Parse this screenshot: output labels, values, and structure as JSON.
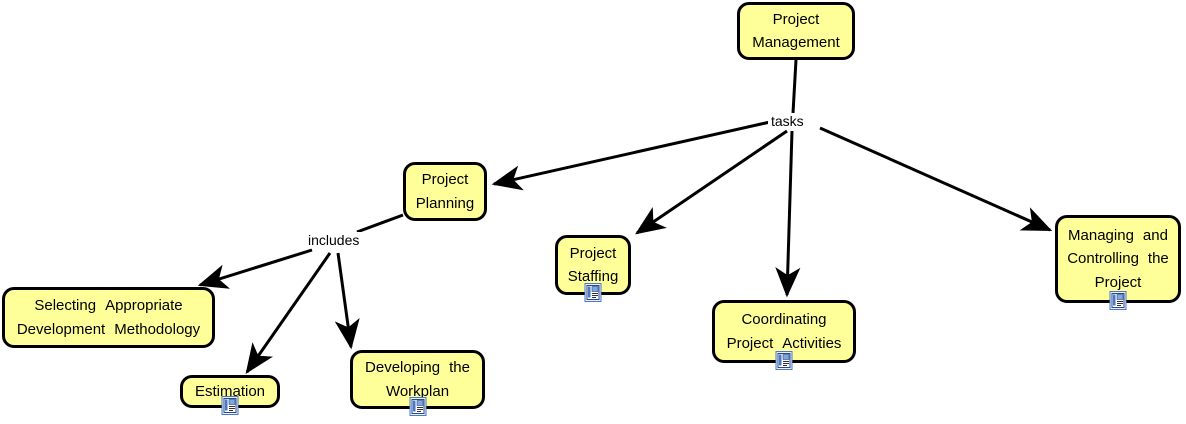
{
  "diagram": {
    "title": "Project Management concept map",
    "background_color": "#ffffff",
    "node_fill_color": "#ffff99",
    "node_border_color": "#000000",
    "link_color": "#000000"
  },
  "nodes": {
    "project_management": {
      "line1": "Project",
      "line2": "Management"
    },
    "project_planning": {
      "line1": "Project",
      "line2": "Planning"
    },
    "selecting_methodology": {
      "line1_a": "Selecting",
      "line1_b": "Appropriate",
      "line2_a": "Development",
      "line2_b": "Methodology"
    },
    "estimation": {
      "line1": "Estimation"
    },
    "developing_workplan": {
      "line1_a": "Developing",
      "line1_b": "the",
      "line2": "Workplan"
    },
    "project_staffing": {
      "line1": "Project",
      "line2": "Staffing"
    },
    "coordinating_activities": {
      "line1": "Coordinating",
      "line2_a": "Project",
      "line2_b": "Activities"
    },
    "managing_controlling": {
      "line1_a": "Managing",
      "line1_b": "and",
      "line2_a": "Controlling",
      "line2_b": "the",
      "line3": "Project"
    }
  },
  "link_labels": {
    "tasks": "tasks",
    "includes": "includes"
  },
  "icons": {
    "resource": "document-resource-icon"
  }
}
